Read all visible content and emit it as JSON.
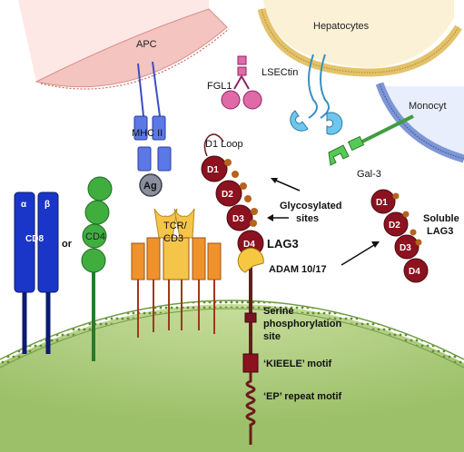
{
  "cells": {
    "apc": "APC",
    "hepatocytes": "Hepatocytes",
    "monocyte": "Monocyt"
  },
  "ligands": {
    "fgl1": "FGL1",
    "lsectin": "LSECtin",
    "gal3": "Gal-3",
    "mhc2": "MHC II",
    "ag": "Ag"
  },
  "receptors": {
    "cd8": "CD8",
    "alpha": "α",
    "beta": "β",
    "or": "or",
    "cd4": "CD4",
    "tcr_line1": "TCR/",
    "tcr_line2": "CD3"
  },
  "lag3": {
    "name": "LAG3",
    "d1_loop": "D1 Loop",
    "domains": [
      "D1",
      "D2",
      "D3",
      "D4"
    ],
    "glycosylated_line1": "Glycosylated",
    "glycosylated_line2": "sites",
    "adam": "ADAM 10/17",
    "serine_line1": "Serine",
    "serine_line2": "phosphorylation",
    "serine_line3": "site",
    "kieele": "‘KIEELE’ motif",
    "ep_repeat": "‘EP’ repeat motif"
  },
  "soluble": {
    "label_line1": "Soluble",
    "label_line2": "LAG3",
    "domains": [
      "D1",
      "D2",
      "D3",
      "D4"
    ]
  },
  "colors": {
    "membrane_fill": "#a9c97a",
    "membrane_edge": "#6f9c3f",
    "apc_fill": "#f3c4c0",
    "hepatocyte_fill": "#f5dc9c",
    "monocyte_fill": "#b9c9ea",
    "cd8": "#1a36c9",
    "cd4": "#3fae3f",
    "lag3_domain": "#8c1220",
    "tcr": "#f0922c",
    "mhc": "#5b78e6",
    "fgl1": "#e06aa8",
    "lsectin": "#6ec6ec",
    "gal3": "#57c957",
    "adam": "#f6c842"
  }
}
